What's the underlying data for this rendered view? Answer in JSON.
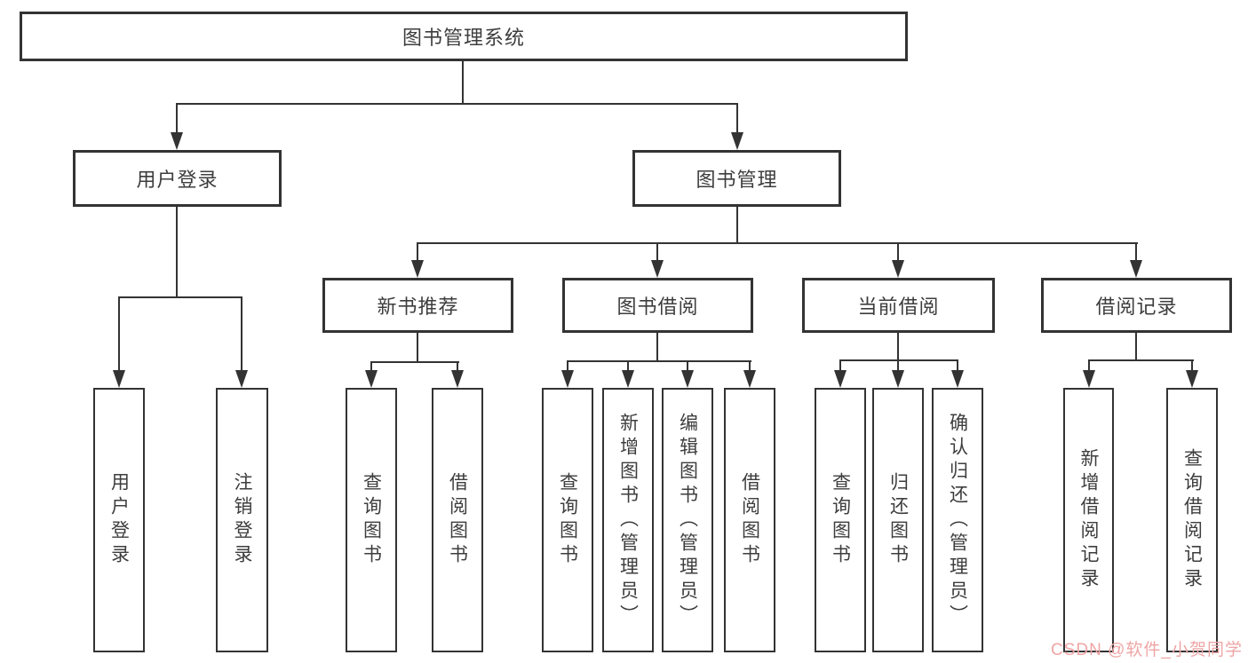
{
  "diagram": {
    "title": "图书管理系统",
    "nodes": {
      "root": "图书管理系统",
      "l2": [
        "用户登录",
        "图书管理"
      ],
      "l3": [
        "新书推荐",
        "图书借阅",
        "当前借阅",
        "借阅记录"
      ],
      "leaves_user": [
        "用户登录",
        "注销登录"
      ],
      "leaves_newbook": [
        "查询图书",
        "借阅图书"
      ],
      "leaves_borrow": [
        "查询图书",
        "新增图书（管理员）",
        "编辑图书（管理员）",
        "借阅图书"
      ],
      "leaves_current": [
        "查询图书",
        "归还图书",
        "确认归还（管理员）"
      ],
      "leaves_record": [
        "新增借阅记录",
        "查询借阅记录"
      ]
    },
    "colors": {
      "line": "#333333",
      "text": "#3d3d3d",
      "box_background": "#ffffff"
    }
  },
  "watermark": {
    "text": "CSDN @软件_小贺同学",
    "color": "#efa5a5"
  }
}
